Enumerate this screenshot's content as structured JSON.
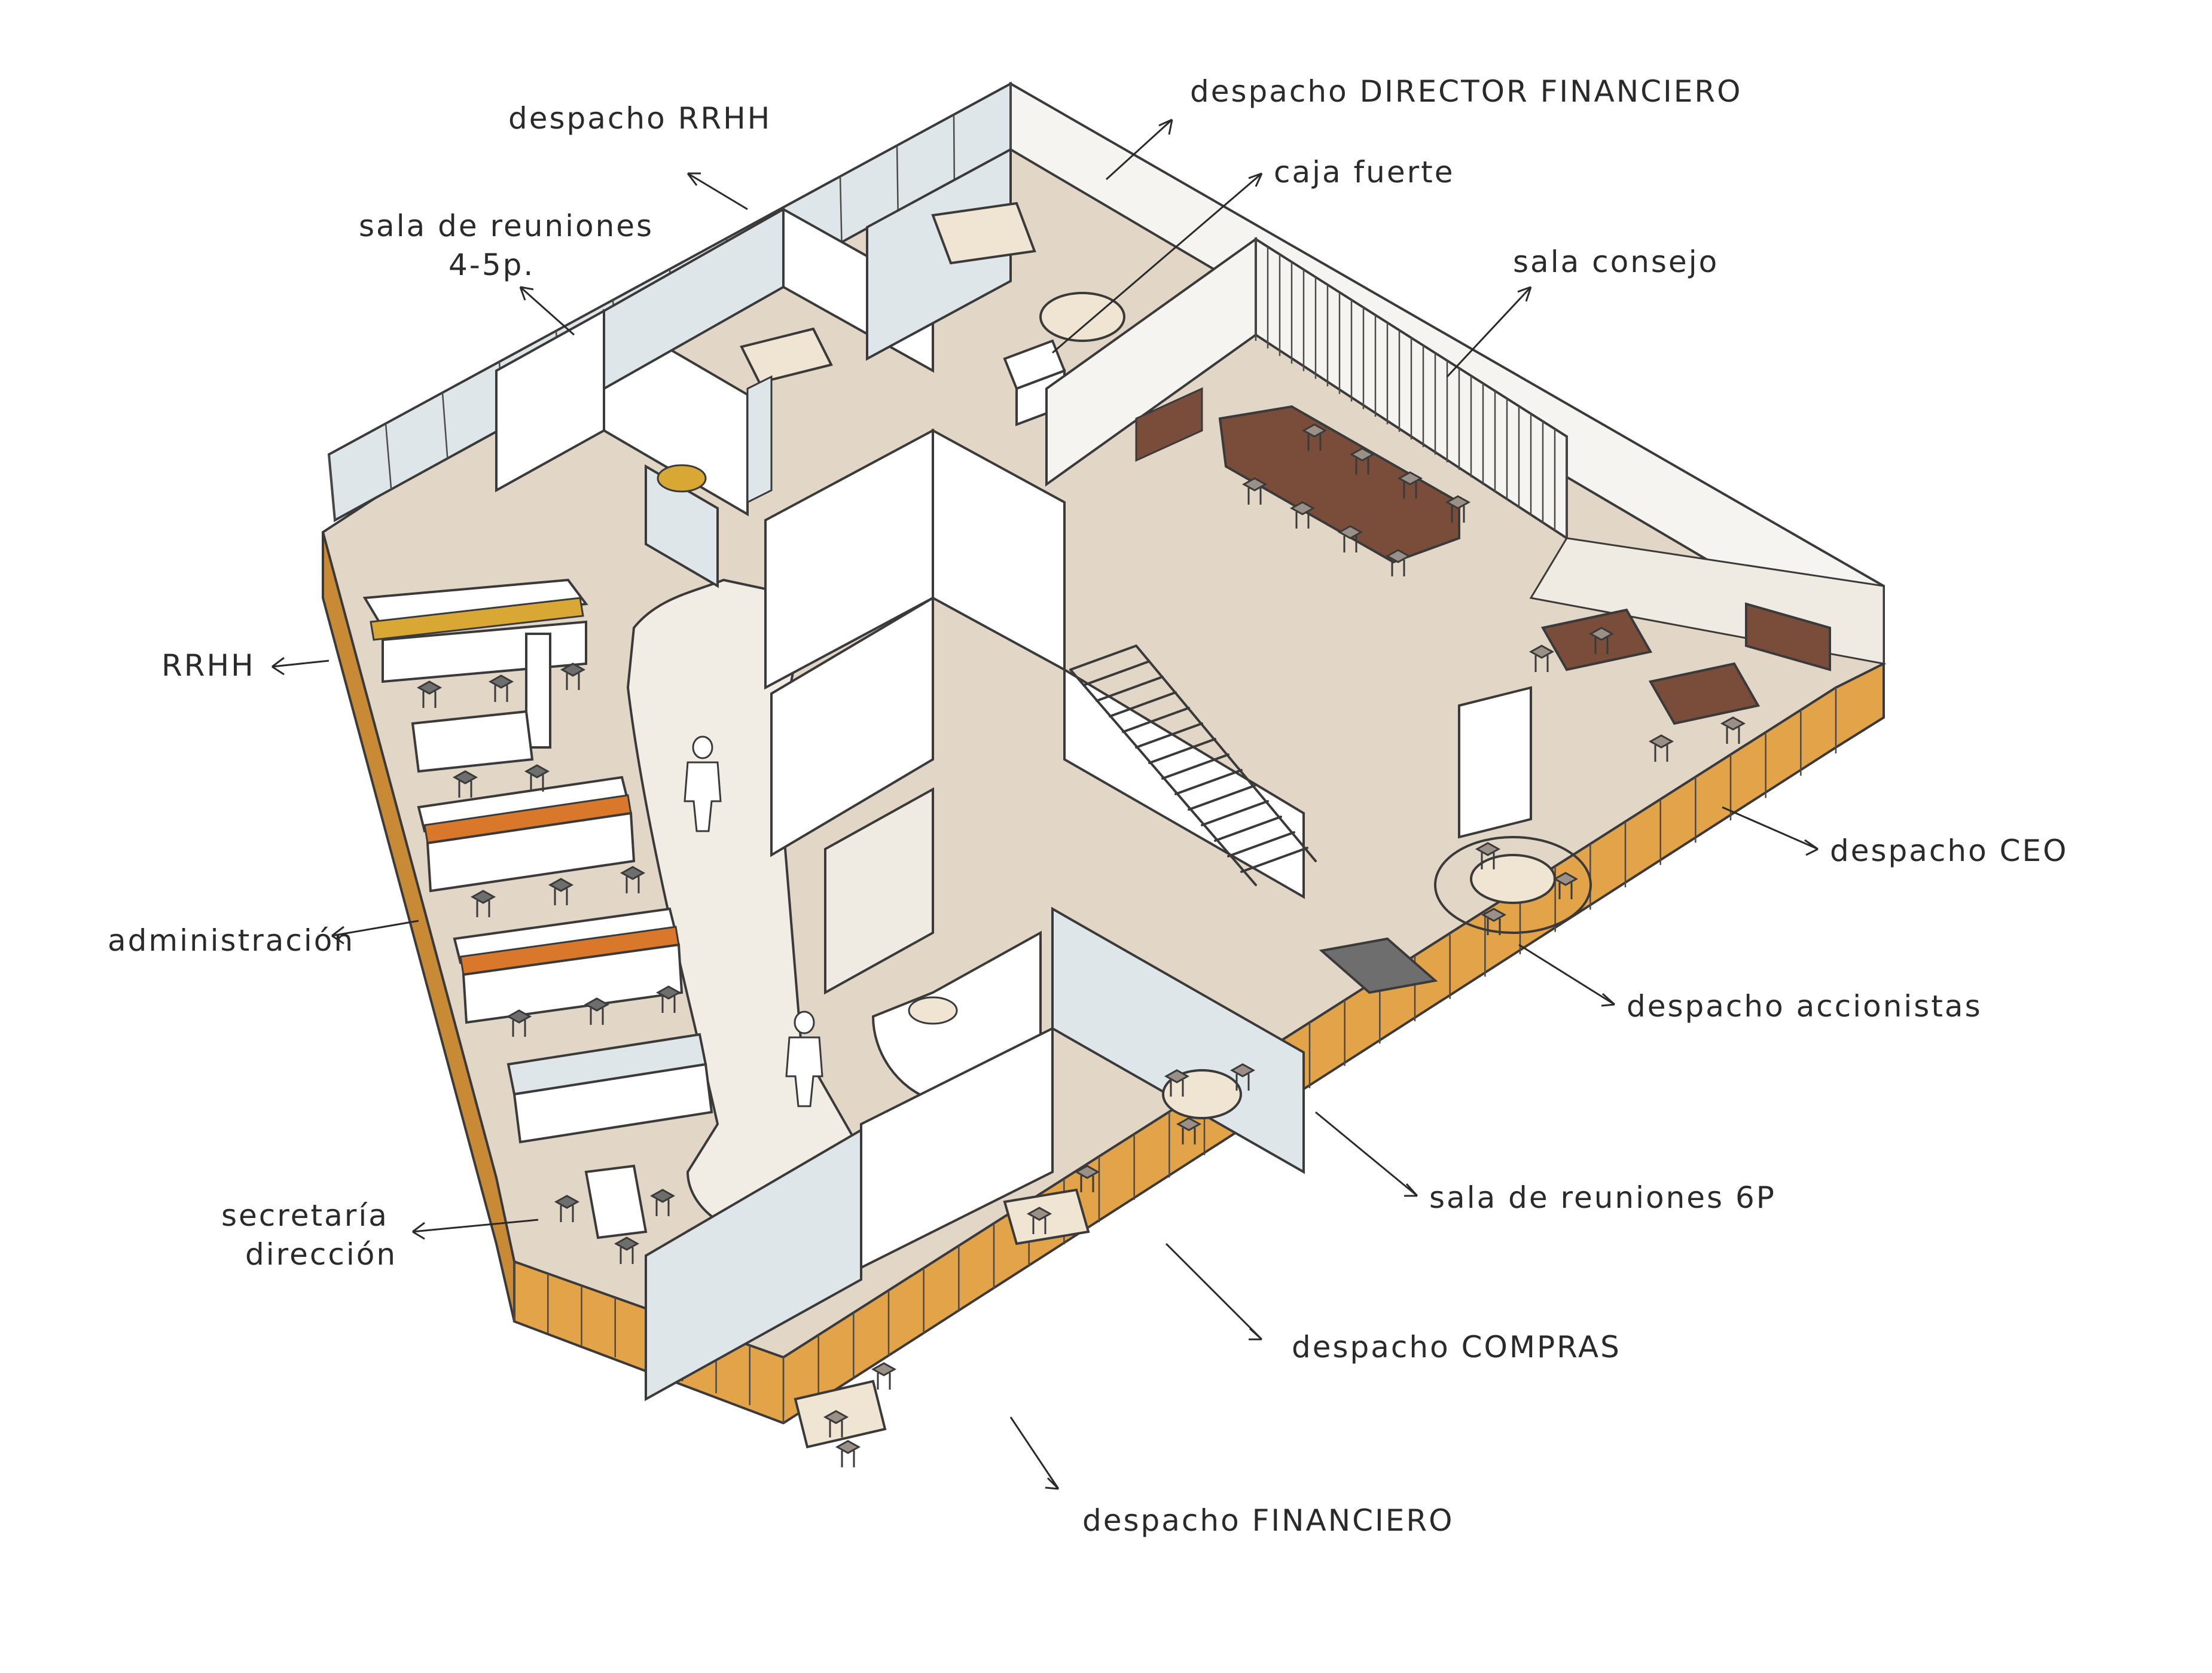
{
  "labels": {
    "despacho_rrhh": "despacho RRHH",
    "despacho_director_financiero": "despacho DIRECTOR FINANCIERO",
    "caja_fuerte": "caja fuerte",
    "sala_reuniones_4_5p_line1": "sala de reuniones",
    "sala_reuniones_4_5p_line2": "4-5p.",
    "sala_consejo": "sala consejo",
    "rrhh": "RRHH",
    "despacho_ceo": "despacho CEO",
    "administracion": "administración",
    "despacho_accionistas": "despacho accionistas",
    "sala_reuniones_6p": "sala de reuniones 6P",
    "secretaria_direccion_line1": "secretaría",
    "secretaria_direccion_line2": "dirección",
    "despacho_compras": "despacho COMPRAS",
    "despacho_financiero": "despacho FINANCIERO"
  },
  "colors": {
    "floor": "#e2d6c6",
    "wall": "#ffffff",
    "glass": "#dfe6ea",
    "facade": "#e3a348",
    "facade_dark": "#b97a2a",
    "corridor": "#f2ede4",
    "table_dark": "#7a4c3a",
    "accent_yellow": "#d9a834",
    "accent_orange": "#d9782a",
    "ink": "#2a2a2a"
  }
}
